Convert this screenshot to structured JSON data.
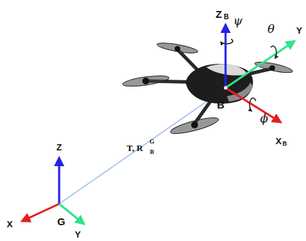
{
  "diagram": {
    "labels": [
      "Z",
      "B",
      "ψ",
      "Y",
      "θ",
      "ϕ",
      "X",
      "B",
      "B",
      "T, R",
      "G",
      "B",
      "Z",
      "X",
      "G",
      "Y"
    ]
  }
}
